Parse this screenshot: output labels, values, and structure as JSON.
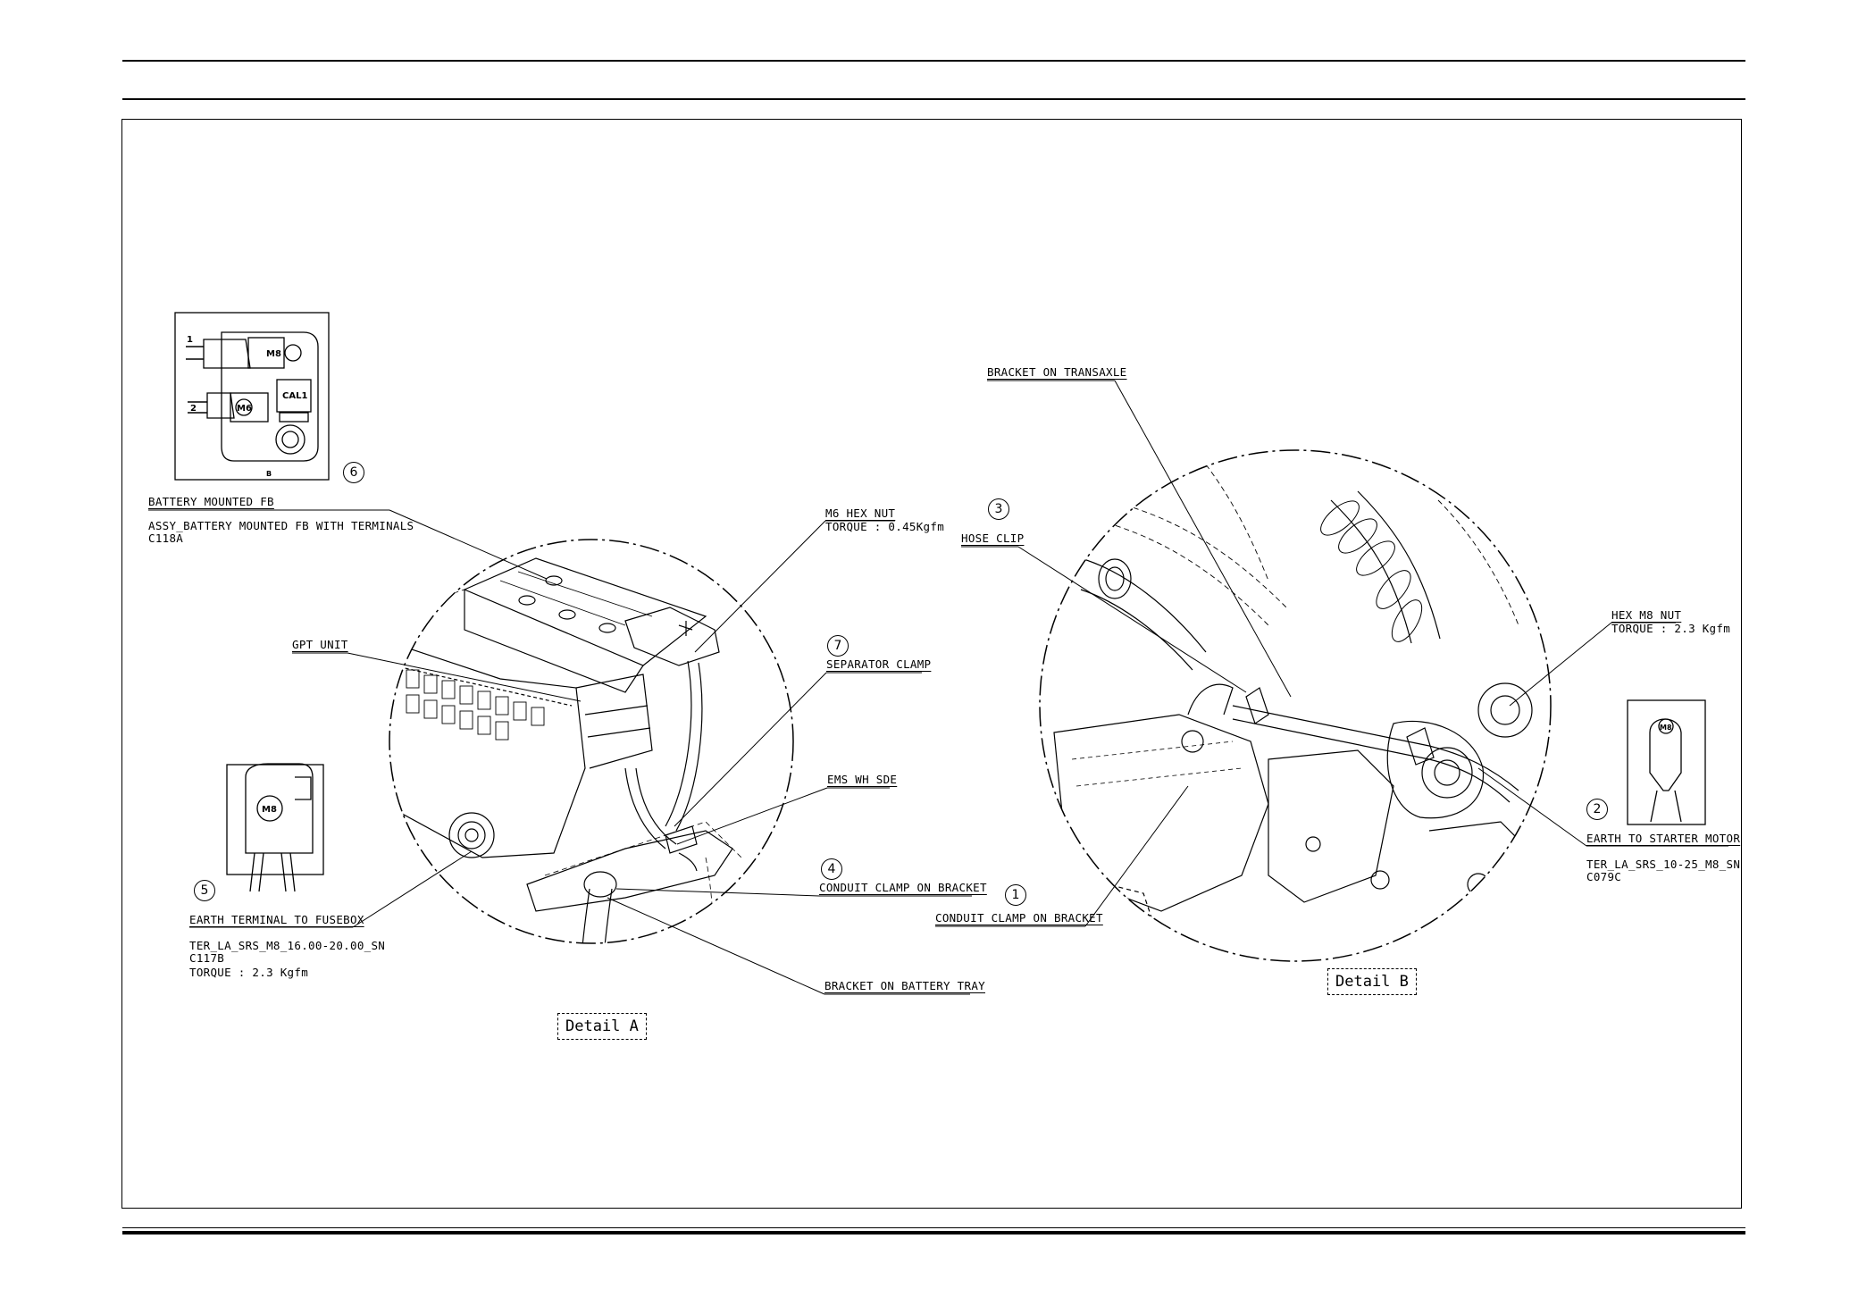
{
  "detail_a": {
    "caption": "Detail A",
    "callouts": {
      "c6_number": "6",
      "battery_fb_title": "BATTERY MOUNTED FB",
      "battery_fb_desc1": "ASSY_BATTERY MOUNTED FB WITH TERMINALS",
      "battery_fb_desc2": "C118A",
      "gpt_unit": "GPT UNIT",
      "m6_nut_title": "M6 HEX NUT",
      "m6_nut_torque": "TORQUE : 0.45Kgfm",
      "c7_number": "7",
      "separator_clamp": "SEPARATOR CLAMP",
      "ems_wh": "EMS WH SDE",
      "c4_number": "4",
      "conduit_clamp": "CONDUIT CLAMP ON BRACKET",
      "bracket_tray": "BRACKET ON BATTERY TRAY",
      "c5_number": "5",
      "earth_fusebox_title": "EARTH TERMINAL TO FUSEBOX",
      "earth_fusebox_part": "TER_LA_SRS_M8_16.00-20.00_SN",
      "earth_fusebox_code": "C117B",
      "earth_fusebox_torque": "TORQUE : 2.3 Kgfm"
    },
    "inset_fb": {
      "m8_top": "M8",
      "m6": "M6",
      "cal": "CAL1",
      "pin1": "1",
      "pin2": "2",
      "b": "B"
    },
    "inset_earth": {
      "m8": "M8"
    }
  },
  "detail_b": {
    "caption": "Detail B",
    "callouts": {
      "bracket_transaxle": "BRACKET ON TRANSAXLE",
      "c3_number": "3",
      "hose_clip": "HOSE CLIP",
      "hex_nut_title": "HEX M8 NUT",
      "hex_nut_torque": "TORQUE : 2.3 Kgfm",
      "c2_number": "2",
      "earth_starter_title": "EARTH TO STARTER MOTOR",
      "earth_starter_part": "TER_LA_SRS_10-25_M8_SN",
      "earth_starter_code": "C079C",
      "c1_number": "1",
      "conduit_clamp": "CONDUIT CLAMP ON BRACKET"
    },
    "inset_earth": {
      "m8": "M8"
    }
  }
}
